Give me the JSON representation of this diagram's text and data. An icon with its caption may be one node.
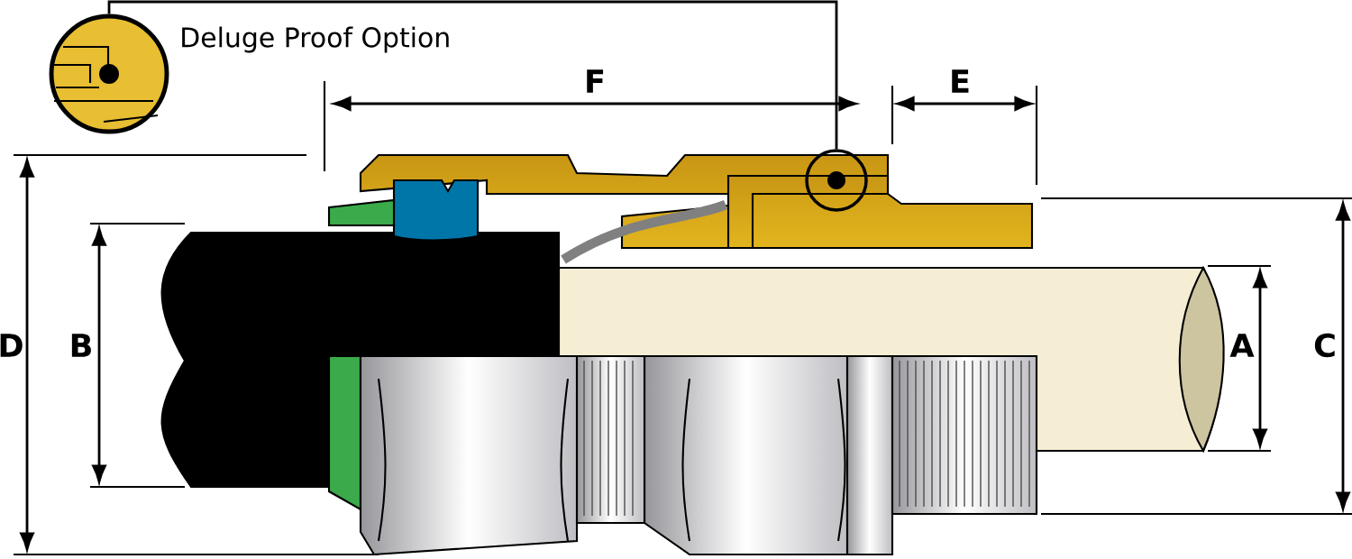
{
  "diagram": {
    "nodes": [
      {
        "text": [],
        "shape": "circle",
        "beside": [
          "Deluge Proof Option"
        ]
      },
      {
        "text": [],
        "shape": "circle"
      }
    ],
    "edges": [
      {
        "from": 0,
        "to": 1,
        "arrow": "none"
      }
    ],
    "labels": [
      "F",
      "E",
      "D",
      "B",
      "A",
      "C"
    ]
  }
}
